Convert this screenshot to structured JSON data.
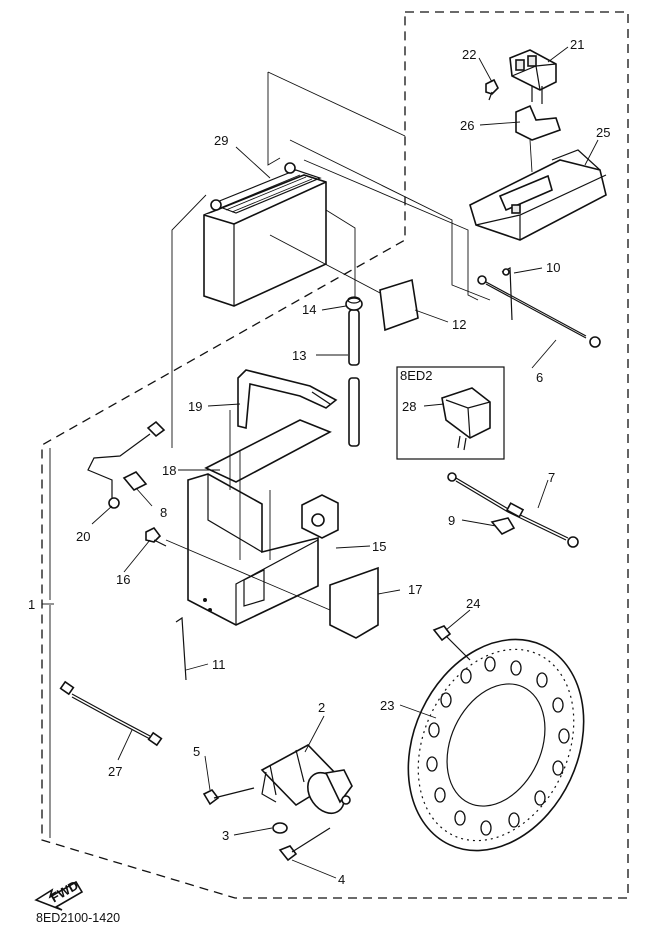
{
  "labels": {
    "n1": "1",
    "n2": "2",
    "n3": "3",
    "n4": "4",
    "n5": "5",
    "n6": "6",
    "n7": "7",
    "n8": "8",
    "n9": "9",
    "n10": "10",
    "n11": "11",
    "n12": "12",
    "n13": "13",
    "n14": "14",
    "n15": "15",
    "n16": "16",
    "n17": "17",
    "n19": "19",
    "n18": "18",
    "n20": "20",
    "n21": "21",
    "n22": "22",
    "n23": "23",
    "n24": "24",
    "n25": "25",
    "n26": "26",
    "n27": "27",
    "n28": "28",
    "n29": "29"
  },
  "inset_label": "8ED2",
  "fwd_label": "FWD",
  "diagram_code": "8ED2100-1420"
}
